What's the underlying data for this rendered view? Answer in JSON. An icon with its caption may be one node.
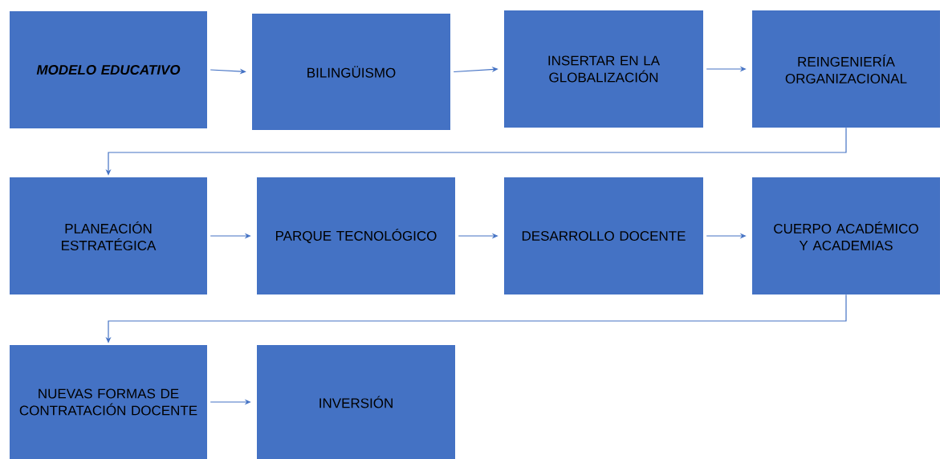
{
  "diagram": {
    "nodes": [
      {
        "text": [
          "MODELO EDUCATIVO"
        ]
      },
      {
        "text": [
          "BILINGÜISMO"
        ]
      },
      {
        "text": [
          "INSERTAR EN LA GLOBALIZACIÓN"
        ]
      },
      {
        "text": [
          "REINGENIERÍA ORGANIZACIONAL"
        ]
      },
      {
        "text": [
          "PLANEACIÓN ESTRATÉGICA"
        ]
      },
      {
        "text": [
          "PARQUE TECNOLÓGICO"
        ]
      },
      {
        "text": [
          "DESARROLLO DOCENTE"
        ]
      },
      {
        "text": [
          "CUERPO ACADÉMICO Y ACADEMIAS"
        ]
      },
      {
        "text": [
          "NUEVAS FORMAS DE CONTRATACIÓN DOCENTE"
        ]
      },
      {
        "text": [
          "INVERSIÓN"
        ]
      }
    ],
    "edges": [
      {
        "from": 0,
        "to": 1,
        "arrow": "to"
      },
      {
        "from": 1,
        "to": 2,
        "arrow": "to"
      },
      {
        "from": 2,
        "to": 3,
        "arrow": "to"
      },
      {
        "from": 3,
        "to": 4,
        "arrow": "to"
      },
      {
        "from": 4,
        "to": 5,
        "arrow": "to"
      },
      {
        "from": 5,
        "to": 6,
        "arrow": "to"
      },
      {
        "from": 6,
        "to": 7,
        "arrow": "to"
      },
      {
        "from": 7,
        "to": 8,
        "arrow": "to"
      },
      {
        "from": 8,
        "to": 9,
        "arrow": "to"
      }
    ]
  }
}
